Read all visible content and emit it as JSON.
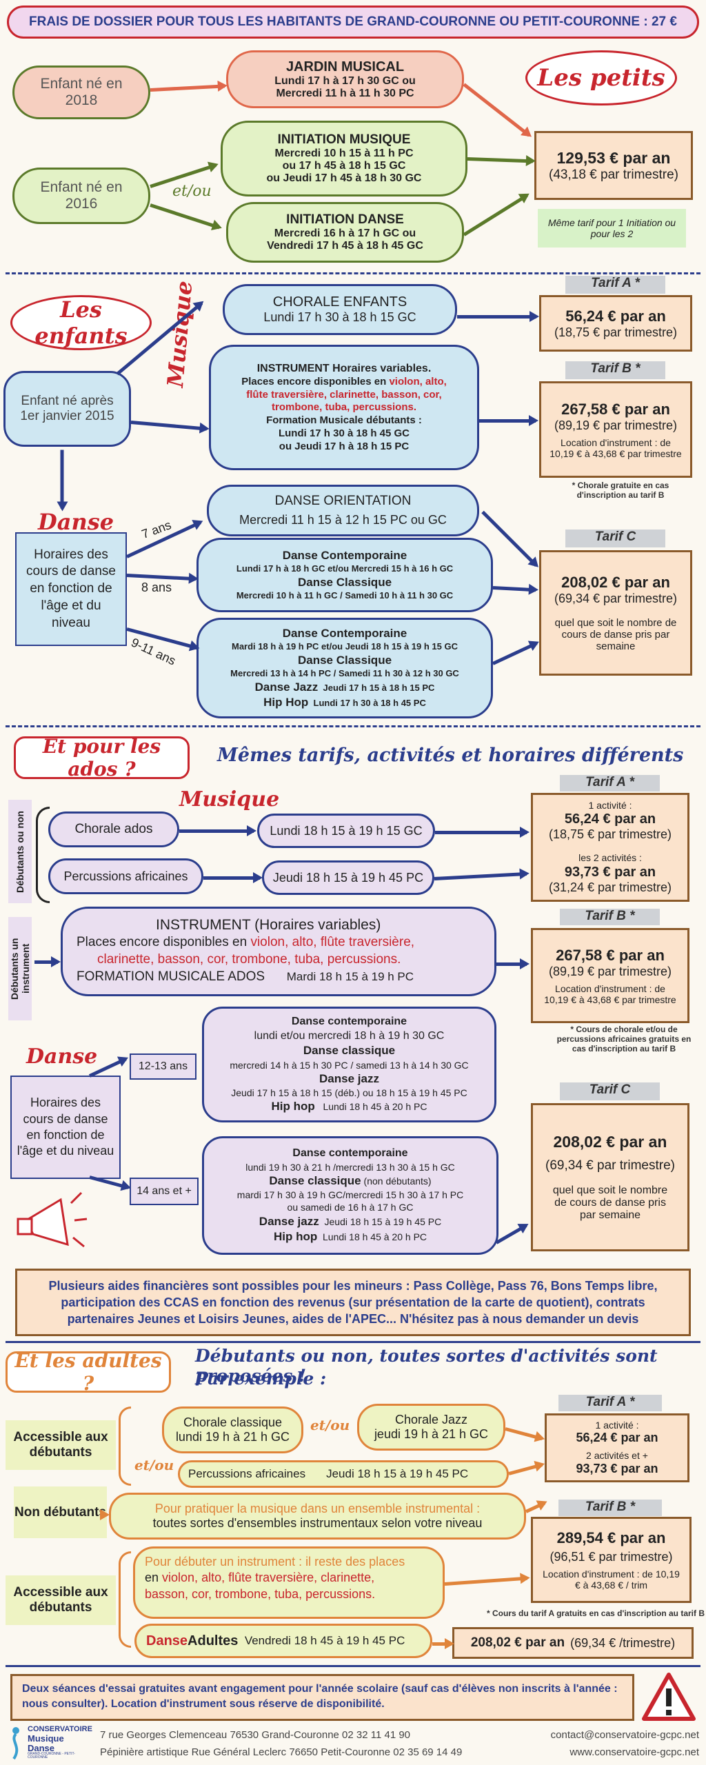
{
  "header": {
    "frais": "FRAIS DE DOSSIER POUR TOUS LES HABITANTS DE GRAND-COURONNE OU PETIT-COURONNE : 27 €"
  },
  "petits": {
    "title": "Les petits",
    "enfant2018": "Enfant né en 2018",
    "enfant2016": "Enfant né en 2016",
    "etou": "et/ou",
    "jardin": {
      "title": "JARDIN MUSICAL",
      "l1": "Lundi 17 h à 17 h 30 GC  ou",
      "l2": "Mercredi 11 h à 11 h 30 PC"
    },
    "initmus": {
      "title": "INITIATION MUSIQUE",
      "l1": "Mercredi 10 h 15 à 11 h PC",
      "l2": "ou 17 h 45 à 18 h 15 GC",
      "l3": "ou Jeudi 17 h 45 à 18 h 30 GC"
    },
    "initdanse": {
      "title": "INITIATION DANSE",
      "l1": "Mercredi 16 h à 17 h GC  ou",
      "l2": "Vendredi 17 h 45 à 18 h 45 GC"
    },
    "price": "129,53 € par an",
    "trim": "(43,18 € par trimestre)",
    "note": "Même tarif pour 1 Initiation ou pour les 2"
  },
  "enfants": {
    "title": "Les enfants",
    "enfant": "Enfant né après 1er janvier 2015",
    "musique": "Musique",
    "danse": "Danse",
    "horaires": "Horaires des cours de danse en fonction de l'âge et du niveau",
    "chorale": {
      "title": "CHORALE ENFANTS",
      "l1": "Lundi 17 h 30 à 18 h 15 GC"
    },
    "instrument": {
      "title": "INSTRUMENT Horaires variables.",
      "l1a": "Places encore disponibles en ",
      "l1b": "violon, alto,",
      "l2": "flûte traversière, clarinette, basson, cor,",
      "l3": "trombone, tuba, percussions.",
      "l4": "Formation Musicale débutants :",
      "l5": "Lundi 17 h 30 à 18 h 45 GC",
      "l6": "ou Jeudi  17 h à 18 h 15 PC"
    },
    "orientation": {
      "title": "DANSE ORIENTATION",
      "l1": "Mercredi 11 h 15 à 12 h 15 PC ou GC"
    },
    "danse8": {
      "t1": "Danse Contemporaine",
      "l1": "Lundi 17 h à 18 h GC et/ou Mercredi 15 h à 16 h GC",
      "t2": "Danse Classique",
      "l2": "Mercredi 10 h à 11 h GC / Samedi 10 h à 11 h 30 GC"
    },
    "danse911": {
      "t1": "Danse Contemporaine",
      "l1": "Mardi 18 h à 19 h PC et/ou Jeudi 18 h 15 à 19 h 15 GC",
      "t2": "Danse Classique",
      "l2": "Mercredi 13 h à 14 h PC / Samedi 11 h 30 à 12 h 30 GC",
      "l3a": "Danse Jazz",
      "l3b": "Jeudi 17 h 15 à 18 h 15 PC",
      "l4a": "Hip Hop",
      "l4b": "Lundi 17 h 30 à 18 h 45 PC"
    },
    "age7": "7 ans",
    "age8": "8 ans",
    "age911": "9-11 ans",
    "tarifA": "Tarif A *",
    "priceA": "56,24 € par an",
    "trimA": "(18,75 € par trimestre)",
    "tarifB": "Tarif B *",
    "priceB": "267,58 € par an",
    "trimB": "(89,19 € par trimestre)",
    "locB": "Location d'instrument : de 10,19 € à 43,68 € par trimestre",
    "noteB": "* Chorale gratuite en cas d'inscription au tarif B",
    "tarifC": "Tarif C",
    "priceC": "208,02 € par an",
    "trimC": "(69,34 € par trimestre)",
    "noteC": "quel que soit le nombre de cours de danse pris par semaine"
  },
  "ados": {
    "title": "Et pour les ados ?",
    "subtitle": "Mêmes tarifs, activités et horaires  différents",
    "musique": "Musique",
    "debutants": "Débutants ou non",
    "debutantsInst": "Débutants un instrument",
    "chorale": "Chorale ados",
    "choraleH": "Lundi 18 h 15 à 19 h 15 GC",
    "perc": "Percussions africaines",
    "percH": "Jeudi 18 h 15 à 19 h 45 PC",
    "instrument": {
      "title": "INSTRUMENT      (Horaires variables)",
      "l1a": "Places encore disponibles en ",
      "l1b": "violon, alto, flûte traversière,",
      "l2": "clarinette, basson, cor, trombone, tuba, percussions.",
      "l3a": "FORMATION MUSICALE ADOS",
      "l3b": "Mardi 18 h 15 à 19 h PC"
    },
    "danse": "Danse",
    "horaires": "Horaires des cours de danse en fonction de l'âge et du niveau",
    "age1213": "12-13 ans",
    "age14": "14 ans et +",
    "d1213": {
      "t1": "Danse contemporaine",
      "l1": "lundi et/ou mercredi 18 h à 19 h 30 GC",
      "t2": "Danse classique",
      "l2": "mercredi 14 h à 15 h 30 PC / samedi 13 h  à 14 h 30 GC",
      "t3": "Danse jazz",
      "l3": "Jeudi 17 h 15 à 18 h 15 (déb.) ou 18 h 15 à 19 h 45 PC",
      "l4a": "Hip hop",
      "l4b": "Lundi 18 h 45 à 20 h PC"
    },
    "d14": {
      "t1": "Danse contemporaine",
      "l1": "lundi 19 h 30 à 21 h /mercredi 13 h 30 à 15 h GC",
      "t2a": "Danse classique",
      "t2b": " (non débutants)",
      "l2": "mardi 17 h 30 à 19 h GC/mercredi 15 h 30 à 17 h PC",
      "l2b": "ou samedi de 16 h à 17 h GC",
      "l3a": "Danse jazz",
      "l3b": "Jeudi 18 h 15 à 19 h 45 PC",
      "l4a": "Hip hop",
      "l4b": "Lundi 18 h 45 à 20 h PC"
    },
    "tarifA": "Tarif A *",
    "a1": "1 activité :",
    "priceA1": "56,24 € par an",
    "trimA1": "(18,75 € par trimestre)",
    "a2": "les 2 activités :",
    "priceA2": "93,73 € par an",
    "trimA2": "(31,24 € par trimestre)",
    "tarifB": "Tarif B *",
    "priceB": "267,58 € par an",
    "trimB": "(89,19 € par trimestre)",
    "locB": "Location d'instrument : de 10,19 € à 43,68 € par trimestre",
    "noteB": "* Cours de chorale et/ou de percussions africaines gratuits en cas d'inscription au tarif B",
    "tarifC": "Tarif C",
    "priceC": "208,02 € par an",
    "trimC": "(69,34 € par trimestre)",
    "noteC": "quel que soit le nombre de cours de danse pris par semaine",
    "aides": "Plusieurs aides financières sont possibles pour les mineurs : Pass Collège, Pass 76, Bons Temps libre, participation des CCAS en fonction des revenus (sur présentation de la carte de quotient), contrats partenaires Jeunes et Loisirs Jeunes, aides de l'APEC... N'hésitez pas à nous demander un devis"
  },
  "adultes": {
    "title": "Et les adultes ?",
    "subtitle1": "Débutants ou non, toutes sortes d'activités sont proposées !",
    "subtitle2": "Par exemple :",
    "accessible1": "Accessible aux débutants",
    "non": "Non débutants",
    "accessible2": "Accessible aux débutants",
    "etou1": "et/ou",
    "etou2": "et/ou",
    "chClass": "Chorale classique",
    "chClassH": "lundi 19 h à 21 h GC",
    "chJazz": "Chorale Jazz",
    "chJazzH": "jeudi 19 h à 21 h GC",
    "perc": "Percussions africaines",
    "percH": "Jeudi 18 h 15 à 19 h 45 PC",
    "ensemble1": "Pour pratiquer la musique dans un ensemble instrumental :",
    "ensemble2": "toutes sortes d'ensembles instrumentaux selon votre niveau",
    "inst1": "Pour débuter un instrument : il reste des places",
    "inst2a": "en ",
    "inst2b": "violon, alto, flûte traversière, clarinette,",
    "inst3": "basson, cor, trombone, tuba, percussions.",
    "danseA": "Danse",
    "danseB": " Adultes",
    "danseH": "Vendredi 18 h 45 à 19 h 45 PC",
    "tarifA": "Tarif A *",
    "a1": "1 activité :",
    "priceA1": "56,24 € par an",
    "a2": "2 activités et +",
    "priceA2": "93,73 € par an",
    "tarifB": "Tarif B *",
    "priceB": "289,54 € par an",
    "trimB": "(96,51 € par trimestre)",
    "locB": "Location d'instrument : de 10,19 € à 43,68 € / trim",
    "noteB": "* Cours du tarif A gratuits en cas d'inscription au tarif B",
    "priceC": "208,02 € par an",
    "trimC": "(69,34 € /trimestre)"
  },
  "footer": {
    "essai": "Deux séances d'essai gratuites avant engagement pour l'année scolaire (sauf cas d'élèves non inscrits à l'année : nous consulter).  Location d'instrument sous réserve de disponibilité.",
    "logo1": "CONSERVATOIRE",
    "logo2": "Musique Danse",
    "logo3": "GRAND-COURONNE - PETIT-COURONNE",
    "addr1": "7 rue Georges Clemenceau 76530 Grand-Couronne  02 32 11 41 90",
    "addr2": "Pépinière artistique Rue Général Leclerc 76650 Petit-Couronne 02 35 69 14 49",
    "email": "contact@conservatoire-gcpc.net",
    "web": "www.conservatoire-gcpc.net"
  }
}
